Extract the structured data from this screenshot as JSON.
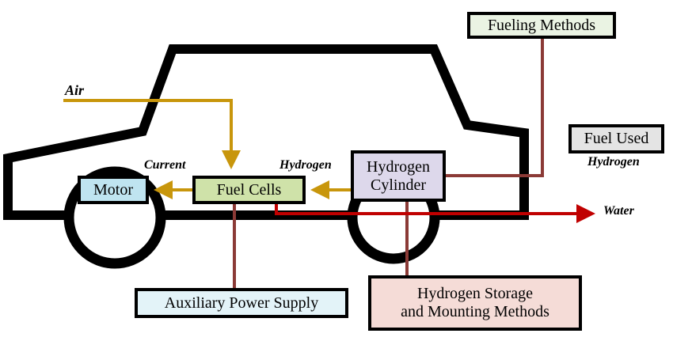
{
  "colors": {
    "air_arrow": "#c8960c",
    "hydrogen_arrow": "#c8960c",
    "current_arrow": "#c8960c",
    "water_arrow": "#c00000",
    "connector": "#8b3a36",
    "motor_fill": "#bfe4f0",
    "fuel_cells_fill": "#cfe2a9",
    "hydrogen_cylinder_fill": "#ddd8eb",
    "storage_fill": "#f5dcd7",
    "fueling_fill": "#eaf3e3",
    "aux_fill": "#e3f3f8",
    "fuel_used_fill": "#e4e4e4"
  },
  "boxes": {
    "motor": "Motor",
    "fuel_cells": "Fuel Cells",
    "hydrogen_cylinder_line1": "Hydrogen",
    "hydrogen_cylinder_line2": "Cylinder",
    "fueling_methods": "Fueling Methods",
    "fuel_used": "Fuel Used",
    "auxiliary_power_supply": "Auxiliary Power Supply",
    "storage_line1": "Hydrogen Storage",
    "storage_line2": "and Mounting Methods"
  },
  "labels": {
    "air": "Air",
    "current": "Current",
    "hydrogen": "Hydrogen",
    "water": "Water",
    "fuel_used_value": "Hydrogen"
  }
}
